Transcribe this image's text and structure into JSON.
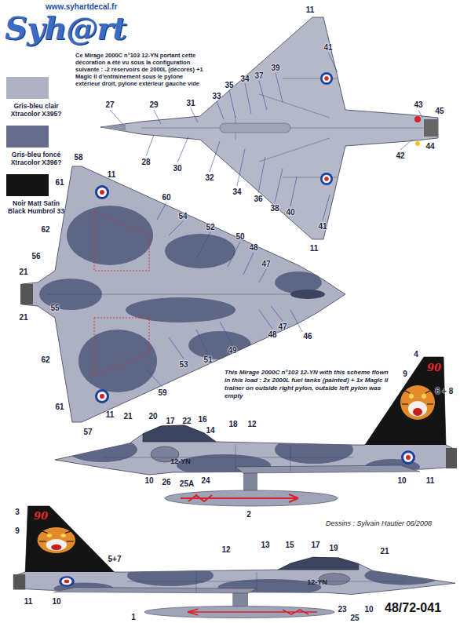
{
  "diagram": {
    "title": "Syh@rt",
    "labels": [
      "www.syhartdecal.fr",
      "Ce Mirage 2000C n°103 12-YN portant cette décoration a été vu sous la configuration suivante : -2 réservoirs de 2000L (décorés) +1 Magic II d'entrainement sous le pylone extérieur droit, pylone extérieur gauche vide",
      "11",
      "41",
      "39",
      "37",
      "34",
      "35",
      "33",
      "27",
      "29",
      "31",
      "43",
      "45",
      "28",
      "30",
      "32",
      "34",
      "36",
      "38",
      "40",
      "42",
      "44",
      "41",
      "11",
      "58",
      "11",
      "61",
      "60",
      "54",
      "52",
      "62",
      "50",
      "48",
      "56",
      "47",
      "21",
      "21",
      "55",
      "46",
      "47",
      "48",
      "49",
      "53",
      "51",
      "62",
      "59",
      "61",
      "11",
      "57",
      "This Mirage 2000C n°103 12-YN with this scheme flown in this load : 2x 2000L fuel tanks (painted) + 1x Magic II trainer on outside right pylon, outside left pylon was empty",
      "4",
      "9",
      "6 + 8",
      "90",
      "21",
      "20",
      "17",
      "22",
      "16",
      "14",
      "18",
      "12",
      "12-YN",
      "10",
      "26",
      "25A",
      "24",
      "2",
      "10",
      "11",
      "3",
      "9",
      "90",
      "5+7",
      "12",
      "13",
      "15",
      "17",
      "19",
      "21",
      "11",
      "10",
      "12-YN",
      "1",
      "23",
      "25",
      "10",
      "Dessins : Sylvain Hautier 06/2008",
      "48/72-041"
    ],
    "legend": [
      {
        "text": "Gris-bleu clair Xtracolor X395?",
        "color": "#adb1c3"
      },
      {
        "text": "Gris-bleu foncé Xtracolor X396?",
        "color": "#666d8c"
      },
      {
        "text": "Noir Matt Satin Black Humbrol 33",
        "color": "#141414"
      }
    ]
  }
}
